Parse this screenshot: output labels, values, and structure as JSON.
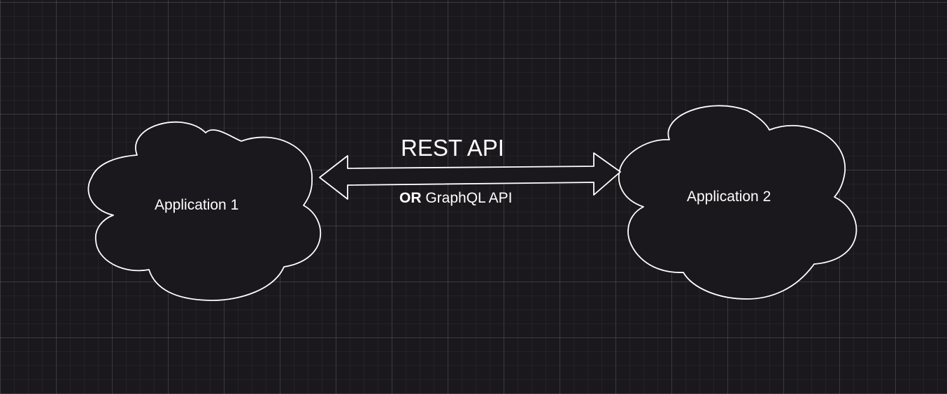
{
  "diagram": {
    "nodes": [
      {
        "id": "app1",
        "shape": "cloud",
        "label": "Application 1"
      },
      {
        "id": "app2",
        "shape": "cloud",
        "label": "Application 2"
      }
    ],
    "edges": [
      {
        "from": "app1",
        "to": "app2",
        "style": "double-headed-block-arrow",
        "label": "REST API",
        "sublabel_prefix": "OR",
        "sublabel_text": " GraphQL API"
      }
    ]
  },
  "colors": {
    "background": "#1a181c",
    "stroke": "#ffffff",
    "text": "#ffffff"
  }
}
